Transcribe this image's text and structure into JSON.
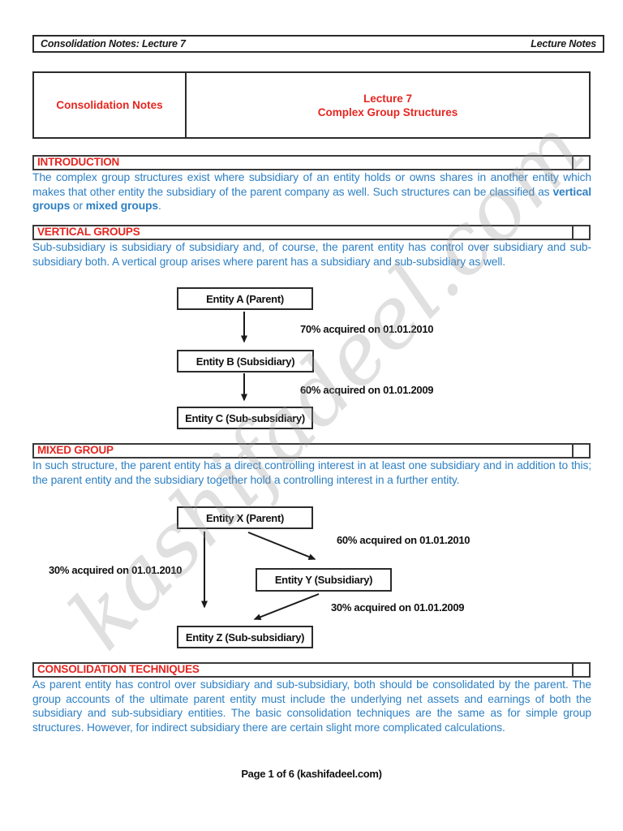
{
  "page_header": {
    "left": "Consolidation Notes: Lecture 7",
    "right": "Lecture Notes"
  },
  "title_block": {
    "left": "Consolidation Notes",
    "right_line1": "Lecture 7",
    "right_line2": "Complex Group Structures"
  },
  "sections": {
    "introduction": {
      "heading": "INTRODUCTION",
      "text_start": "The complex group structures exist where subsidiary of an entity holds or owns shares in another entity which makes that other entity the subsidiary of the parent company as well. Such structures can be classified as ",
      "bold_1": "vertical groups",
      "text_mid": " or ",
      "bold_2": "mixed groups",
      "text_end": "."
    },
    "vertical_groups": {
      "heading": "VERTICAL GROUPS",
      "body": "Sub-subsidiary is subsidiary of subsidiary and, of course, the parent entity has control over subsidiary and sub-subsidiary both. A vertical group arises where parent has a subsidiary and sub-subsidiary as well."
    },
    "mixed_group": {
      "heading": "MIXED GROUP",
      "body": "In such structure, the parent entity has a direct controlling interest in at least one subsidiary and in addition to this; the parent entity and the subsidiary together hold a controlling interest in a further entity."
    },
    "consolidation_techniques": {
      "heading": "CONSOLIDATION TECHNIQUES",
      "body": "As parent entity has control over subsidiary and sub-subsidiary, both should be consolidated by the parent. The group accounts of the ultimate parent entity must include the underlying net assets and earnings of both the subsidiary and sub-subsidiary entities. The basic consolidation techniques are the same as for simple group structures. However, for indirect subsidiary there are certain slight more complicated calculations."
    }
  },
  "vertical_diagram": {
    "entity_a": "Entity A (Parent)",
    "entity_b": "Entity B (Subsidiary)",
    "entity_c": "Entity C (Sub-subsidiary)",
    "label_a_b": "70% acquired on 01.01.2010",
    "label_b_c": "60% acquired on 01.01.2009"
  },
  "mixed_diagram": {
    "entity_x": "Entity X (Parent)",
    "entity_y": "Entity Y (Subsidiary)",
    "entity_z": "Entity Z (Sub-subsidiary)",
    "label_x_y": "60% acquired on 01.01.2010",
    "label_x_z": "30% acquired on 01.01.2010",
    "label_y_z": "30% acquired on 01.01.2009"
  },
  "watermark": "kashifadeel.com",
  "footer": "Page 1 of 6 (kashifadeel.com)",
  "colors": {
    "heading_red": "#e52620",
    "body_blue": "#2e80c4"
  }
}
